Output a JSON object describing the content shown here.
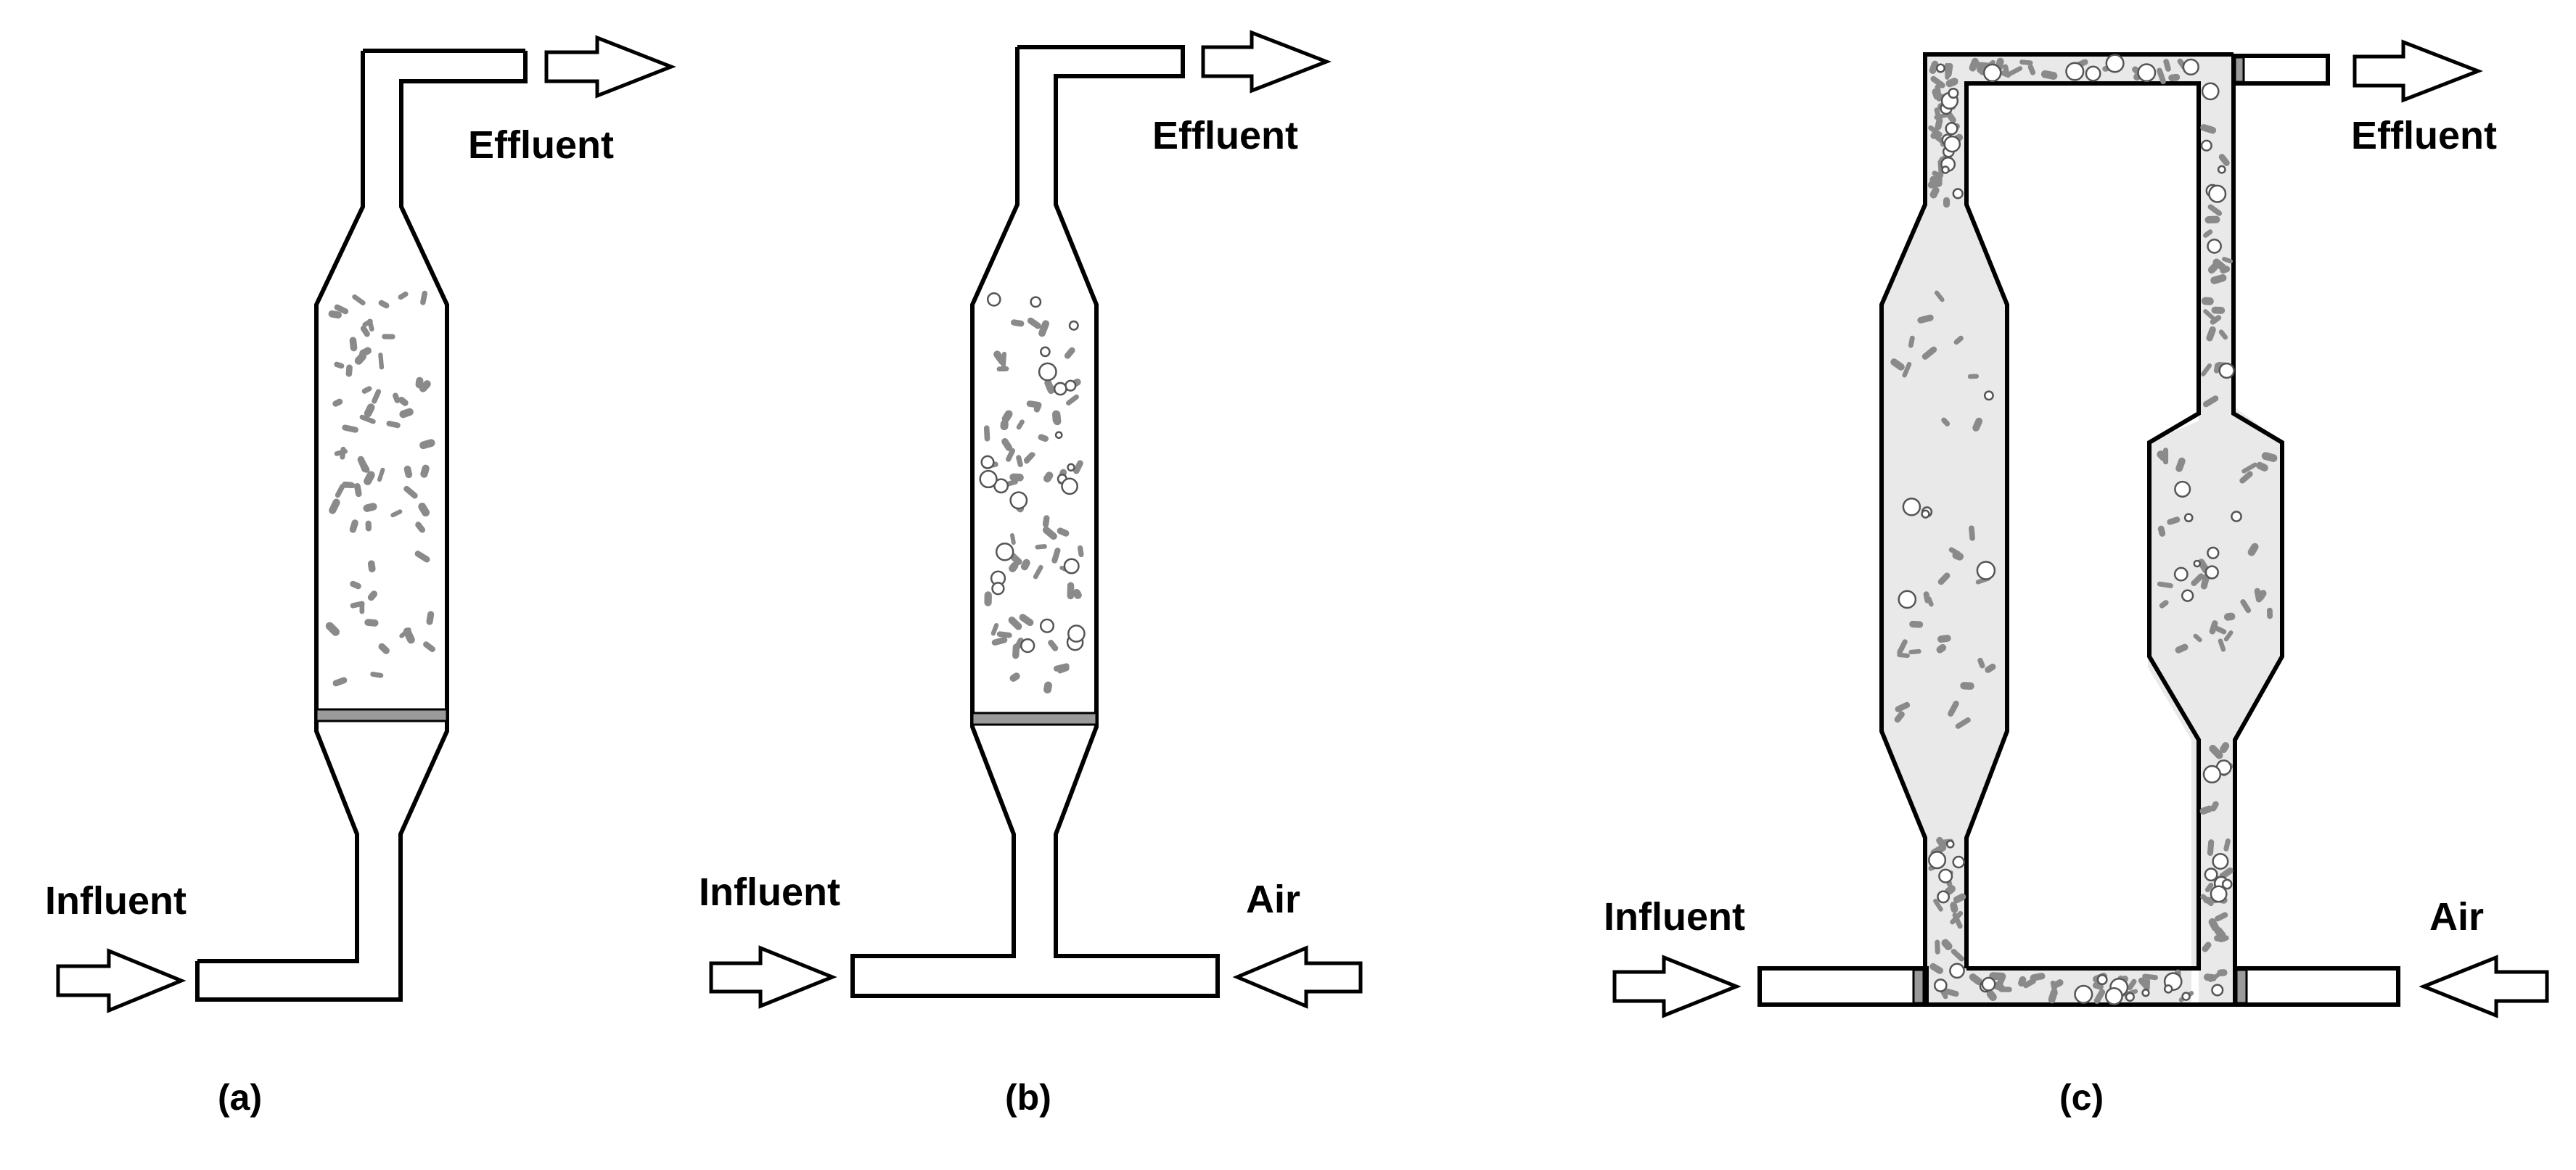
{
  "figure": {
    "panel_a": {
      "caption": "(a)",
      "influent_label": "Influent",
      "effluent_label": "Effluent"
    },
    "panel_b": {
      "caption": "(b)",
      "influent_label": "Influent",
      "effluent_label": "Effluent",
      "air_label": "Air"
    },
    "panel_c": {
      "caption": "(c)",
      "influent_label": "Influent",
      "effluent_label": "Effluent",
      "air_label": "Air"
    }
  },
  "colors": {
    "line": "#000000",
    "liquid_fill": "#e9e9e9",
    "particle": "#8a8a8a",
    "distributor_plate": "#9a9a9a"
  }
}
